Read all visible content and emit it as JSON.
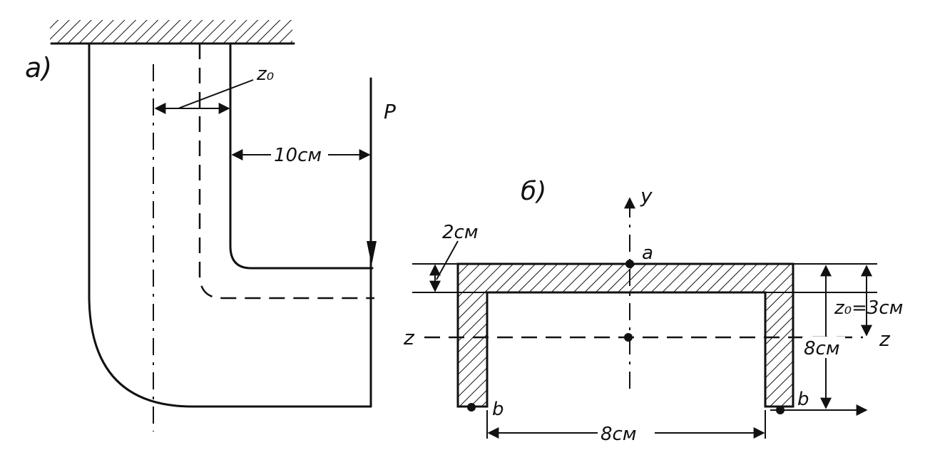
{
  "panel_a": {
    "label": "a)",
    "z0_label": "z₀",
    "force_label": "P",
    "dim_label": "10см"
  },
  "panel_b": {
    "label": "б)",
    "y_axis_label": "y",
    "z_axis_left_label": "z",
    "z_axis_right_label": "z",
    "point_a_label": "a",
    "point_b_left_label": "b",
    "point_b_right_label": "b",
    "thickness_label": "2см",
    "z0_dim_label": "z₀=3см",
    "height_label": "8см",
    "width_label": "8см"
  }
}
